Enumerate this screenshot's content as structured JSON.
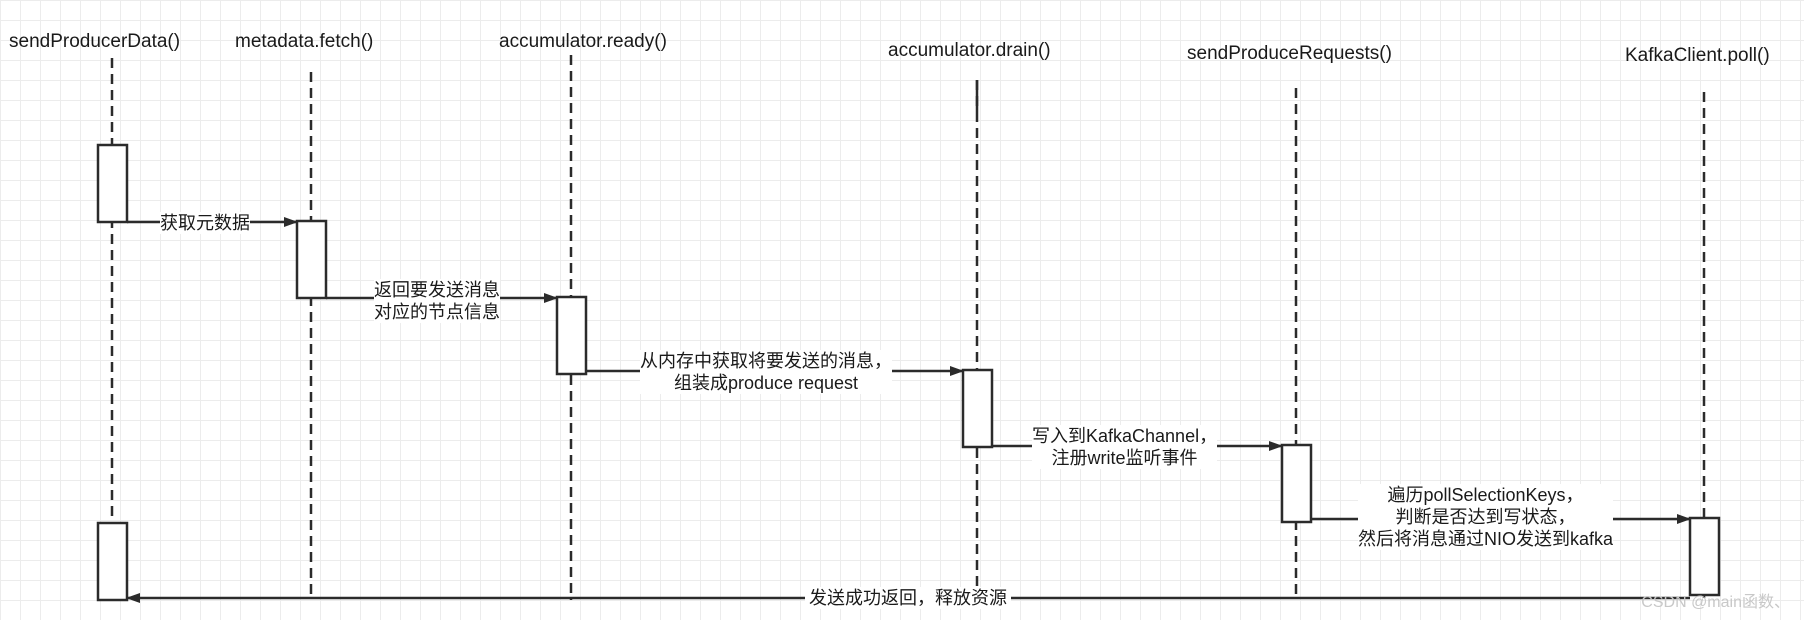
{
  "participants": [
    {
      "name": "sendProducerData()"
    },
    {
      "name": "metadata.fetch()"
    },
    {
      "name": "accumulator.ready()"
    },
    {
      "name": "accumulator.drain()"
    },
    {
      "name": "sendProduceRequests()"
    },
    {
      "name": "KafkaClient.poll()"
    }
  ],
  "messages": [
    {
      "lines": [
        "获取元数据"
      ]
    },
    {
      "lines": [
        "返回要发送消息",
        "对应的节点信息"
      ]
    },
    {
      "lines": [
        "从内存中获取将要发送的消息，",
        "组装成produce request"
      ]
    },
    {
      "lines": [
        "写入到KafkaChannel，",
        "注册write监听事件"
      ]
    },
    {
      "lines": [
        "遍历pollSelectionKeys，",
        "判断是否达到写状态，",
        "然后将消息通过NIO发送到kafka"
      ]
    },
    {
      "lines": [
        "发送成功返回，释放资源"
      ]
    }
  ],
  "watermark": "CSDN @main函数、",
  "colors": {
    "line": "#2b2b2b",
    "grid": "#ececec",
    "background": "#ffffff"
  }
}
